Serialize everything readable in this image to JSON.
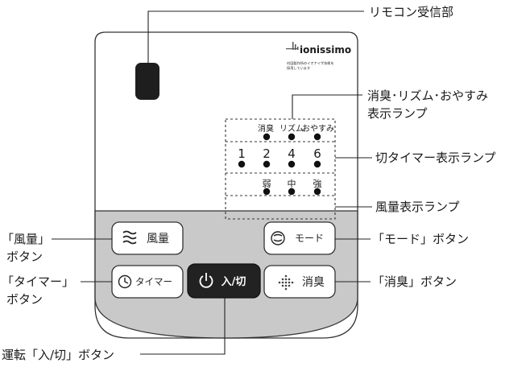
{
  "callouts": {
    "remote_receiver": "リモコン受信部",
    "deodorize_rhythm_sleep_lamp_line1": "消臭･リズム･おやすみ",
    "deodorize_rhythm_sleep_lamp_line2": "表示ランプ",
    "timer_lamp": "切タイマー表示ランプ",
    "airflow_lamp": "風量表示ランプ",
    "airflow_button_line1": "「風量」",
    "airflow_button_line2": "ボタン",
    "mode_button": "「モード」ボタン",
    "timer_button_line1": "「タイマー」",
    "timer_button_line2": "ボタン",
    "deodorize_button": "「消臭」ボタン",
    "power_button": "運転「入/切」ボタン"
  },
  "logo": {
    "brand": "ionissimo",
    "fine_print_line1": "村田製作所のイオナイザ技術を",
    "fine_print_line2": "採用しています"
  },
  "lamps": {
    "mode_row": [
      "消臭",
      "リズム",
      "おやすみ"
    ],
    "timer_row": [
      "1",
      "2",
      "4",
      "6"
    ],
    "airflow_row": [
      "弱",
      "中",
      "強"
    ]
  },
  "buttons": {
    "airflow": {
      "label": "風量",
      "icon": "wind-waves-icon"
    },
    "mode": {
      "label": "モード",
      "icon": "mode-swirl-icon"
    },
    "timer": {
      "label": "タイマー",
      "icon": "clock-icon"
    },
    "power": {
      "label": "入/切",
      "icon": "power-icon"
    },
    "deodorize": {
      "label": "消臭",
      "icon": "diamond-dots-icon"
    }
  },
  "colors": {
    "panel_fill": "#ffffff",
    "lower_panel_fill": "#c9c9c9",
    "button_fill": "#ffffff",
    "power_button_fill": "#222222",
    "receiver_fill": "#1e1e1e"
  }
}
